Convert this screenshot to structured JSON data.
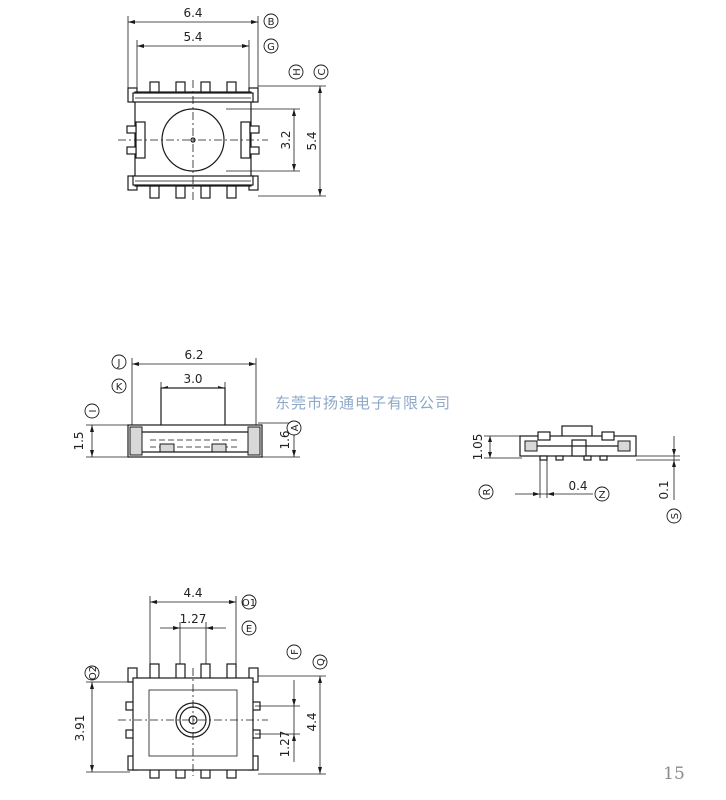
{
  "watermark": "东莞市扬通电子有限公司",
  "page_number": "15",
  "top_view": {
    "dims": {
      "width_outer": "6.4",
      "width_inner": "5.4",
      "height_knob": "3.2",
      "height_outer": "5.4"
    },
    "callouts": {
      "B": "B",
      "G": "G",
      "H": "H",
      "C": "C"
    }
  },
  "side_view": {
    "dims": {
      "length": "6.2",
      "actuator": "3.0",
      "height_left": "1.5",
      "height_right": "1.6"
    },
    "callouts": {
      "J": "J",
      "K": "K",
      "I": "I",
      "A": "A"
    }
  },
  "end_view": {
    "dims": {
      "height": "1.05",
      "pin_width": "0.4",
      "standoff": "0.1"
    },
    "callouts": {
      "R": "R",
      "Z": "Z",
      "S": "S"
    }
  },
  "bottom_view": {
    "dims": {
      "width": "4.4",
      "pitch": "1.27",
      "height_left": "3.91",
      "pitch_v": "1.27",
      "height_right": "4.4"
    },
    "callouts": {
      "O1": "O1",
      "E": "E",
      "F": "F",
      "Q": "Q",
      "O2": "O2"
    }
  }
}
